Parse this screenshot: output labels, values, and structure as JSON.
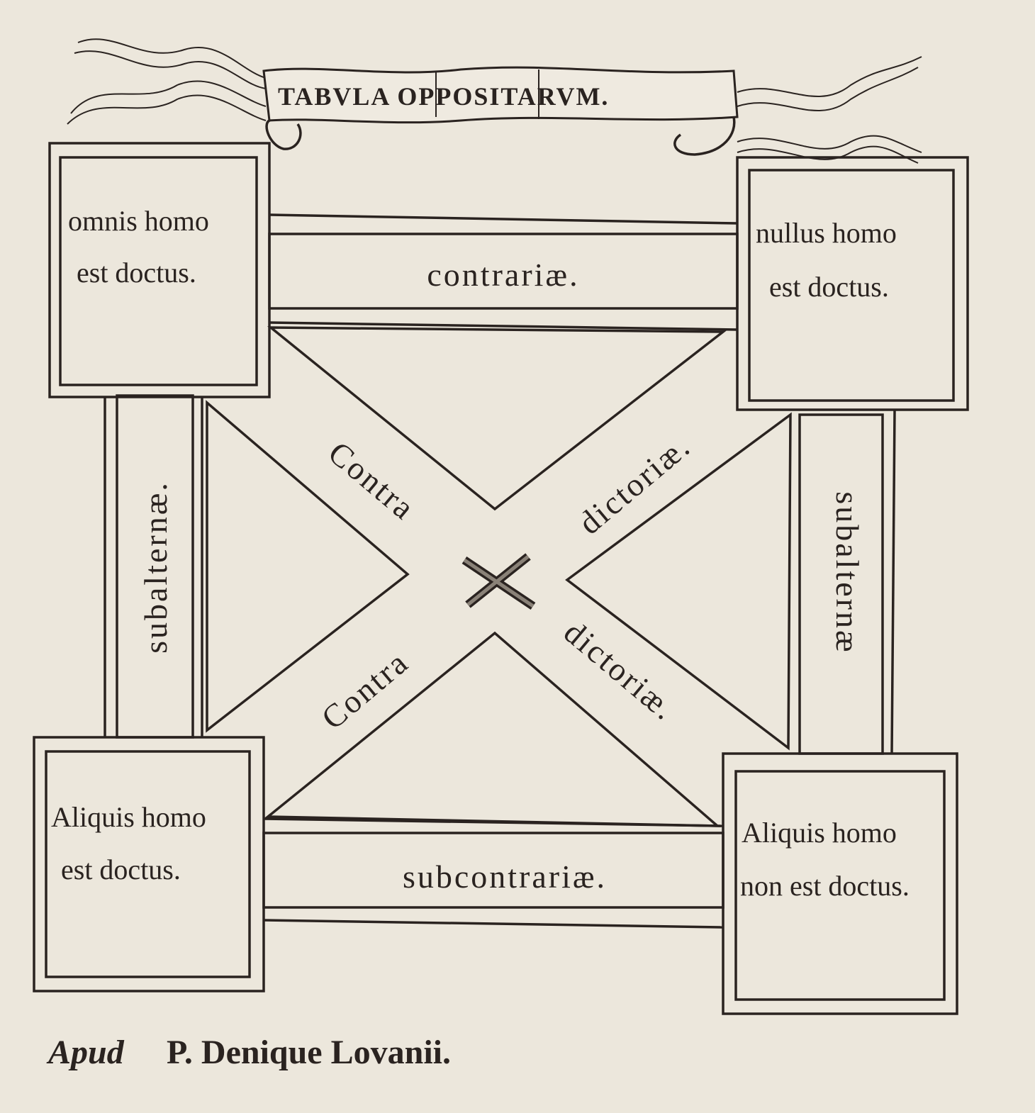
{
  "title": "TABVLA OPPOSITARVM.",
  "corners": {
    "top_left": {
      "line1": "omnis homo",
      "line2": "est doctus."
    },
    "top_right": {
      "line1": "nullus homo",
      "line2": "est doctus."
    },
    "bottom_left": {
      "line1": "Aliquis homo",
      "line2": "est doctus."
    },
    "bottom_right": {
      "line1": "Aliquis homo",
      "line2": "non est doctus."
    }
  },
  "relations": {
    "top": "contrariæ.",
    "bottom": "subcontrariæ.",
    "left": "subalternæ.",
    "right": "subalternæ",
    "diag_tl": "Contra",
    "diag_tr": "dictoriæ.",
    "diag_bl": "Contra",
    "diag_br": "dictoriæ."
  },
  "imprint": {
    "italic": "Apud",
    "rest": "P. Denique Lovanii."
  },
  "colors": {
    "paper": "#ece7dc",
    "ink": "#2a2320"
  }
}
